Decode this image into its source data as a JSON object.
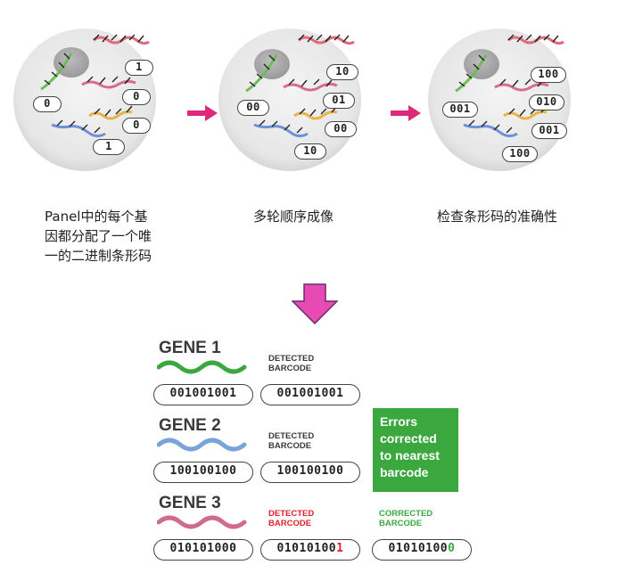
{
  "steps": [
    {
      "caption": "Panel中的每个基因都分配了一个唯一的二进制条形码",
      "labels": [
        "1",
        "0",
        "0",
        "0",
        "1"
      ]
    },
    {
      "caption": "多轮顺序成像",
      "labels": [
        "10",
        "01",
        "00",
        "00",
        "10"
      ]
    },
    {
      "caption": "检查条形码的准确性",
      "labels": [
        "100",
        "010",
        "001",
        "001",
        "100"
      ]
    }
  ],
  "caption_lines": {
    "step1": [
      "Panel中的每个基",
      "因都分配了一个唯",
      "一的二进制条形码"
    ]
  },
  "genes": [
    {
      "name": "GENE 1",
      "barcode": "001001001",
      "detected_label": "DETECTED BARCODE",
      "detected": "001001001",
      "color": "#3aa83f"
    },
    {
      "name": "GENE 2",
      "barcode": "100100100",
      "detected_label": "DETECTED BARCODE",
      "detected": "100100100",
      "color": "#7aa3dc"
    },
    {
      "name": "GENE 3",
      "barcode": "010101000",
      "detected_label": "DETECTED BARCODE",
      "detected_prefix": "01010100",
      "detected_error": "1",
      "corrected_label": "CORRECTED BARCODE",
      "corrected_prefix": "01010100",
      "corrected_fix": "0",
      "color": "#cf6b8e"
    }
  ],
  "detected_line1": "DETECTED",
  "detected_line2": "BARCODE",
  "corrected_line1": "CORRECTED",
  "corrected_line2": "BARCODE",
  "errors_box": [
    "Errors",
    "corrected",
    "to nearest",
    "barcode"
  ],
  "colors": {
    "arrow": "#e0287a",
    "error": "#e0202a",
    "correct": "#3aa83f",
    "box": "#3aa83f"
  }
}
